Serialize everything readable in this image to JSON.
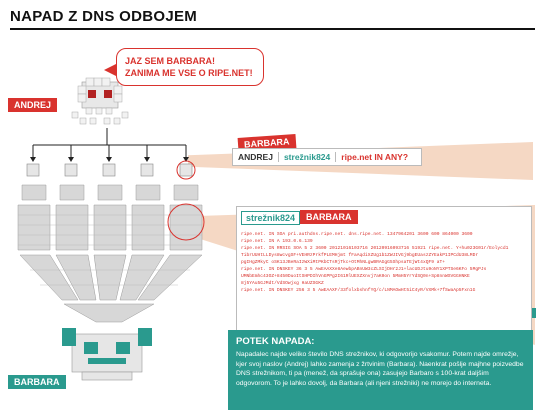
{
  "title": "NAPAD Z DNS ODBOJEM",
  "speech": {
    "line1": "JAZ SEM BARBARA!",
    "line2": "ZANIMA ME VSE O RIPE.NET!"
  },
  "labels": {
    "andrej": "ANDREJ",
    "barbara_query": "BARBARA",
    "barbara_response": "BARBARA",
    "barbara_bottom": "BARBARA"
  },
  "query": {
    "from": "ANDREJ",
    "server": "strežnik824",
    "question": "ripe.net IN ANY?"
  },
  "response": {
    "server": "strežnik824",
    "lines": [
      "ripe.net. IN SOA pri.authdns.ripe.net. dns.ripe.net. 1347964201 3600 600 864000 3600",
      "ripe.net. IN A 193.0.6.139",
      "ripe.net. IN RRSIG SOA 5 2 3600 20121016103716 20120916093716 51921 ripe.net. Y+hu023G01r/Eolycd1",
      "TibrUUHtLLDys8wcvgSF+VEHRzPrkfPLEMHjmt fFaAqdiXZUg1b1ZWJIVGj9bgEUaszZYEakP1IPCdU38LMDr",
      "pgIHgZMkyC oSK13JBeRaIzWXiMtPKbCTsRjTkc+OtMhNLgwBRAGgG5ShpsaTEjWt4xQF9 aT+",
      "ripe.net. IN DNSKEY 36 3 5 AwEAAXXe8AewbpABnUW3cZLSIjDHr2J1+lacUDJtu9oNY1XPTSe6KFo 5MgPJs",
      "UMNbEmhc43OZ+8450DuoItSHPDIhVnGPPg2I61RlUEXZXnvj7aK0on 5MmH5YrYdSQ0n+Sp8nnWSVGGHNKE",
      "8j5YAu5GJMdt/VdSOwjxg HaUZSGKZ",
      "ripe.net. IN DNSKEY 256 3 5 AwEAAXF/33folxbshnfYQ/c/LNMAOwHt5iC4yR/VXMk+7fSwaAp5Fxn1G"
    ]
  },
  "info": {
    "title": "POTEK NAPADA:",
    "text": "Napadalec najde veliko število DNS strežnikov, ki odgovorijo vsakomur. Potem najde omrežje, kjer svoj naslov (Andrej) lahko zamenja z žrtvinim (Barbara). Naenkrat pošlje majhne poizvedbe DNS strežnikom, ti pa (menež, da sprašuje ona) zasujejo Barbaro s 100-krat daljšim odgovorom. To je lahko dovolj, da Barbara (ali njeni strežniki) ne morejo do interneta."
  },
  "colors": {
    "accent_red": "#d9332e",
    "accent_teal": "#2a9a8e",
    "band_peach": "#f5d8c4"
  },
  "icons": [
    "attacker-skull-icon",
    "victim-face-icon",
    "pixel-creature-icon"
  ]
}
